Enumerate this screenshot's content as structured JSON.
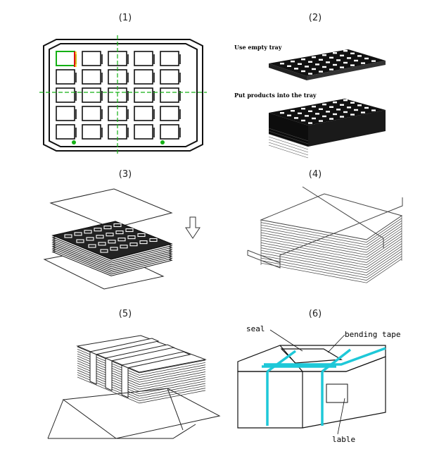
{
  "steps": [
    {
      "label": "(1)"
    },
    {
      "label": "(2)",
      "texts": [
        "Use empty tray",
        "Put products into the tray"
      ]
    },
    {
      "label": "(3)"
    },
    {
      "label": "(4)"
    },
    {
      "label": "(5)"
    },
    {
      "label": "(6)",
      "callouts": {
        "seal": "seal",
        "bending_tape": "bending tape",
        "lable": "lable"
      }
    }
  ],
  "colors": {
    "crosshair": "#14b014",
    "tape": "#1ec8d8",
    "highlight_red": "#e01010",
    "highlight_yellow": "#f0d000"
  }
}
